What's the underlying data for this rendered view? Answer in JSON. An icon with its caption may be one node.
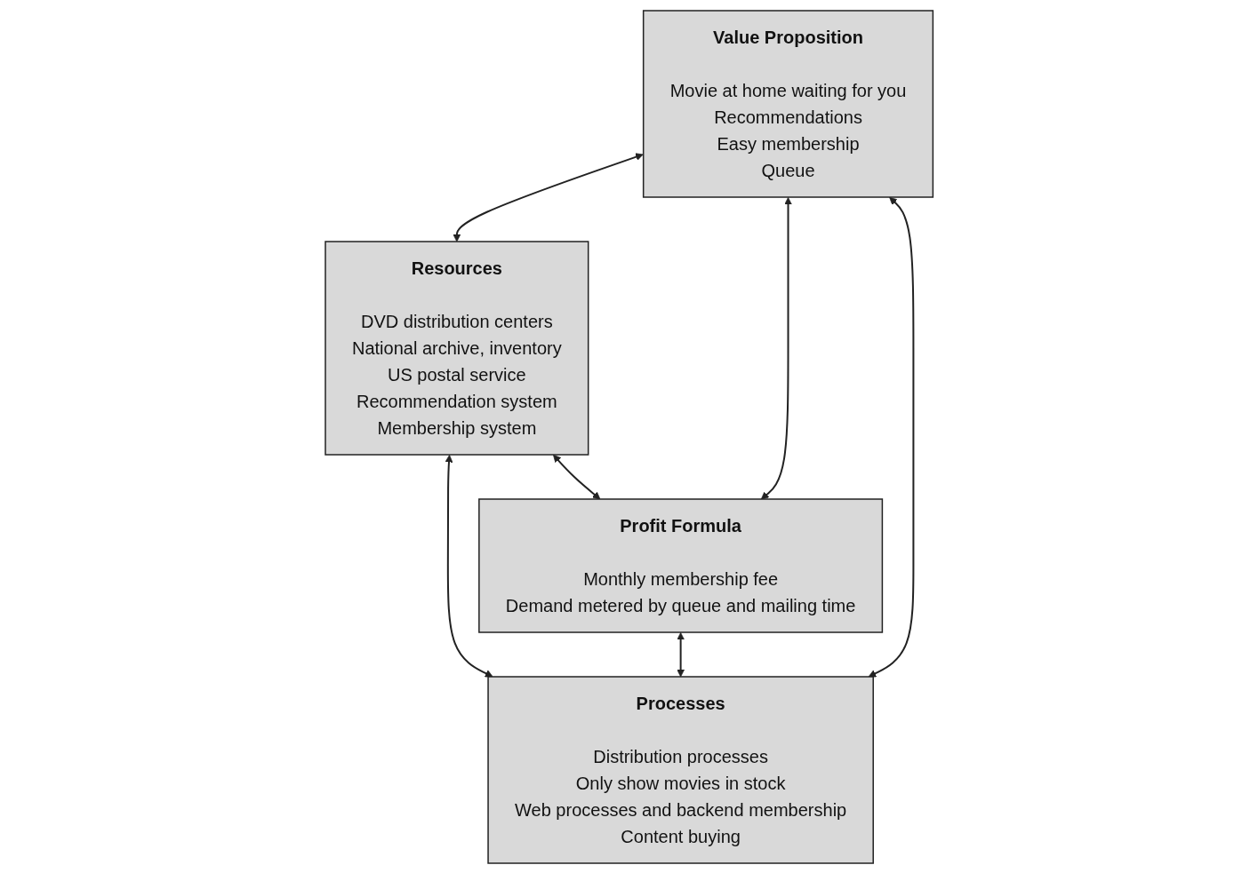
{
  "diagram": {
    "nodes": [
      {
        "text": [
          "Value Proposition",
          "Movie at home waiting for you",
          "Recommendations",
          "Easy membership",
          "Queue"
        ]
      },
      {
        "text": [
          "Resources",
          "DVD distribution centers",
          "National archive, inventory",
          "US postal service",
          "Recommendation system",
          "Membership system"
        ]
      },
      {
        "text": [
          "Profit Formula",
          "Monthly membership fee",
          "Demand metered by queue and mailing time"
        ]
      },
      {
        "text": [
          "Processes",
          "Distribution processes",
          "Only show movies in stock",
          "Web processes and backend membership",
          "Content buying"
        ]
      }
    ],
    "edges": [
      {
        "from": 0,
        "to": 1,
        "arrow": "both"
      },
      {
        "from": 0,
        "to": 2,
        "arrow": "both"
      },
      {
        "from": 1,
        "to": 3,
        "arrow": "both"
      },
      {
        "from": 0,
        "to": 3,
        "arrow": "both"
      },
      {
        "from": 1,
        "to": 2,
        "arrow": "both"
      },
      {
        "from": 2,
        "to": 3,
        "arrow": "both"
      }
    ]
  }
}
